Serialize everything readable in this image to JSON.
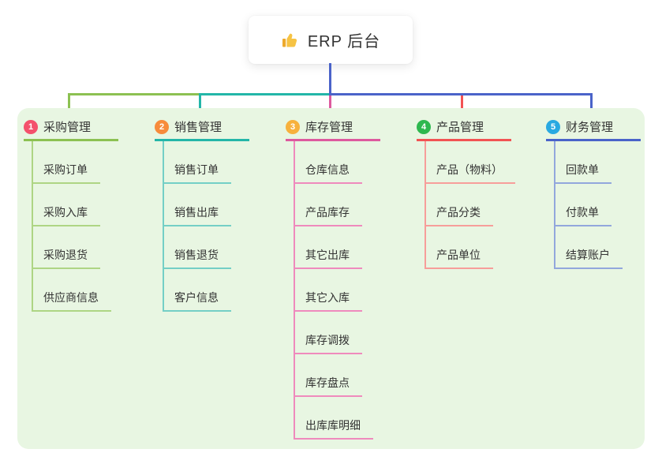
{
  "root": {
    "title": "ERP 后台",
    "icon": "thumbs-up"
  },
  "colors": {
    "panel_bg": "#e8f6e2",
    "root_line": "#4a63c9",
    "thumb": "#f6c344",
    "thumb_cuff": "#eda92c"
  },
  "branches": [
    {
      "num": "1",
      "title": "采购管理",
      "badge_color": "#f4516c",
      "color_main": "#8cc152",
      "color_light": "#aed584",
      "items": [
        "采购订单",
        "采购入库",
        "采购退货",
        "供应商信息"
      ]
    },
    {
      "num": "2",
      "title": "销售管理",
      "badge_color": "#f78b3b",
      "color_main": "#23b6a8",
      "color_light": "#74cfc6",
      "items": [
        "销售订单",
        "销售出库",
        "销售退货",
        "客户信息"
      ]
    },
    {
      "num": "3",
      "title": "库存管理",
      "badge_color": "#f7b13d",
      "color_main": "#dd5a9e",
      "color_light": "#ef8abd",
      "items": [
        "仓库信息",
        "产品库存",
        "其它出库",
        "其它入库",
        "库存调拨",
        "库存盘点",
        "出库库明细"
      ]
    },
    {
      "num": "4",
      "title": "产品管理",
      "badge_color": "#2eb84f",
      "color_main": "#f25353",
      "color_light": "#f79e9a",
      "items": [
        "产品（物料）",
        "产品分类",
        "产品单位"
      ]
    },
    {
      "num": "5",
      "title": "财务管理",
      "badge_color": "#29a9e1",
      "color_main": "#4a63c9",
      "color_light": "#92a7dc",
      "items": [
        "回款单",
        "付款单",
        "结算账户"
      ]
    }
  ]
}
